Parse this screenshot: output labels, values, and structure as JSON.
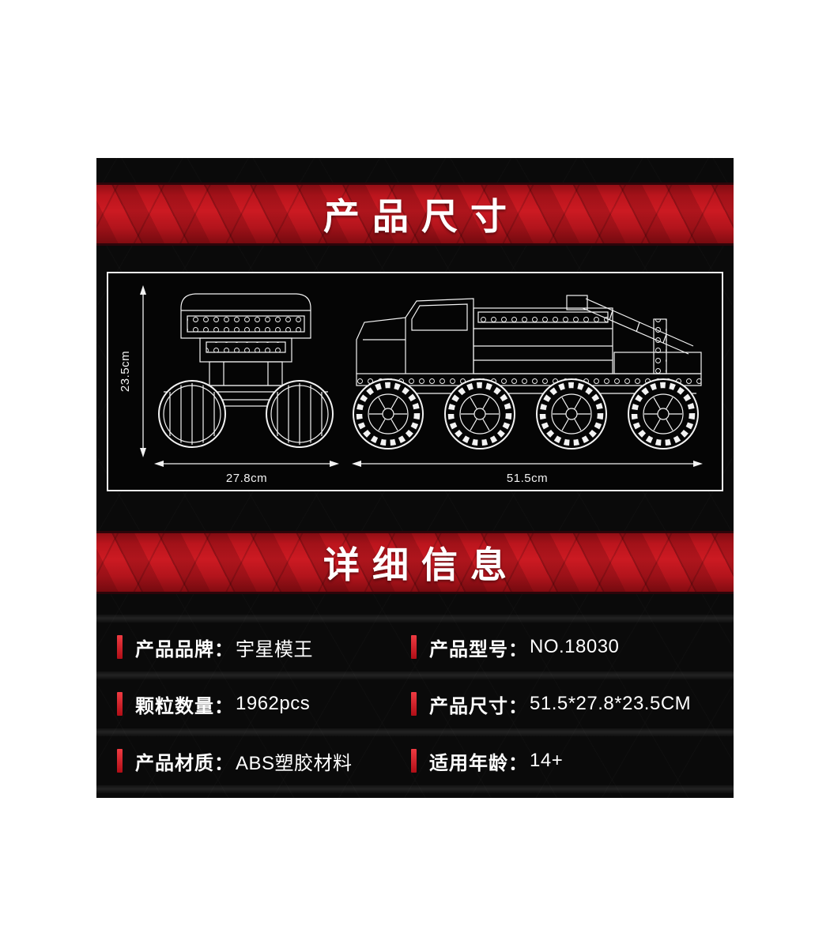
{
  "colors": {
    "banner_red": "#c4161f",
    "banner_red_dark": "#7e0c12",
    "accent_red": "#d6202a",
    "panel_black": "#0a0a0a",
    "line_white": "#f2f2f2"
  },
  "sections": {
    "dimensions": {
      "title": "产品尺寸"
    },
    "details": {
      "title": "详细信息"
    }
  },
  "diagram": {
    "height_label": "23.5cm",
    "front_width_label": "27.8cm",
    "side_length_label": "51.5cm"
  },
  "details": {
    "cells": [
      {
        "label": "产品品牌：",
        "value": "宇星模王"
      },
      {
        "label": "产品型号：",
        "value": "NO.18030"
      },
      {
        "label": "颗粒数量：",
        "value": "1962pcs"
      },
      {
        "label": "产品尺寸：",
        "value": "51.5*27.8*23.5CM"
      },
      {
        "label": "产品材质：",
        "value": "ABS塑胶材料"
      },
      {
        "label": "适用年龄：",
        "value": "14+"
      }
    ]
  }
}
